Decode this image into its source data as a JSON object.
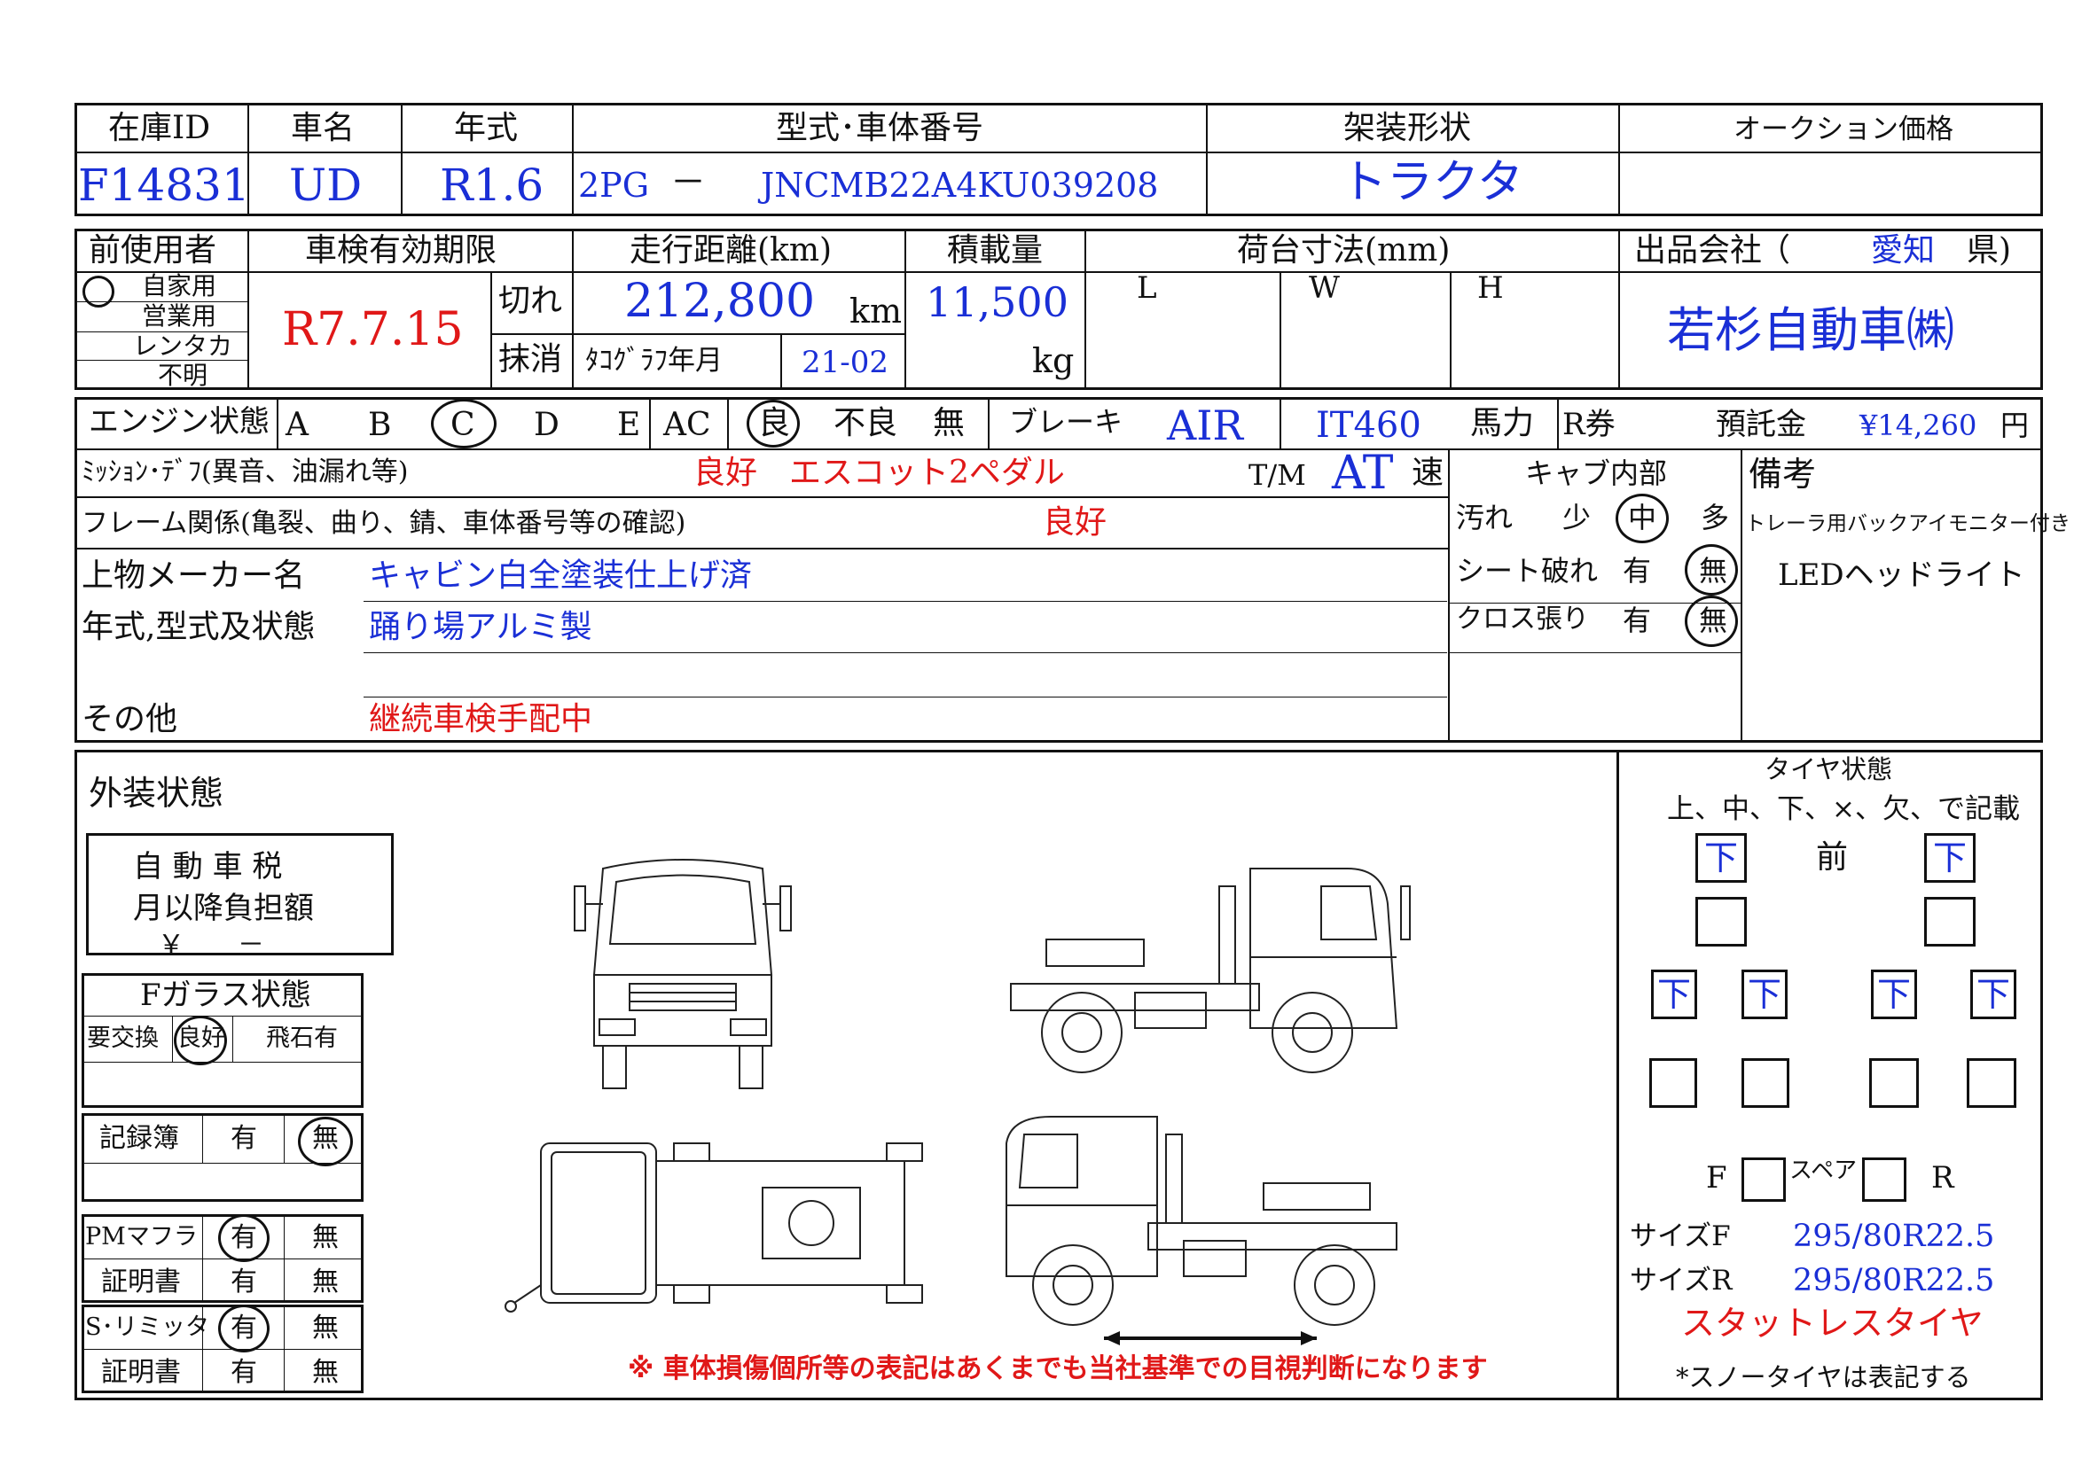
{
  "header": {
    "labels": {
      "stock_id": "在庫ID",
      "maker": "車名",
      "year": "年式",
      "model_chassis": "型式･車体番号",
      "body_type": "架装形状",
      "auction_price": "オークション価格"
    },
    "values": {
      "stock_id": "F14831",
      "maker": "UD",
      "year": "R1.6",
      "model": "2PG",
      "dash": "－",
      "chassis": "JNCMB22A4KU039208",
      "body_type": "トラクタ",
      "auction_price": ""
    }
  },
  "row2": {
    "labels": {
      "prev_user": "前使用者",
      "inspection": "車検有効期限",
      "mileage": "走行距離(km)",
      "load": "積載量",
      "bed_dims": "荷台寸法(mm)",
      "seller": "出品会社"
    },
    "user_options": [
      "自家用",
      "営業用",
      "レンタカ",
      "不明"
    ],
    "inspection_date": "R7.7.15",
    "expired_label": "切れ",
    "canceled_label": "抹消",
    "mileage": "212,800",
    "km_unit": "km",
    "tacho_label": "ﾀｺｸﾞﾗﾌ年月",
    "tacho_value": "21-02",
    "load": "11,500",
    "kg_unit": "kg",
    "dim_L": "L",
    "dim_W": "W",
    "dim_H": "H",
    "seller_paren_open": "（",
    "seller_pref": "愛知",
    "seller_pref_suffix": "県)",
    "seller_name": "若杉自動車㈱"
  },
  "engine": {
    "label": "エンジン状態",
    "grades": [
      "A",
      "B",
      "C",
      "D",
      "E"
    ],
    "ac_label": "AC",
    "ac_options": [
      "良",
      "不良",
      "無"
    ],
    "brake_label": "ブレーキ",
    "brake_value": "AIR",
    "engine_model": "IT460",
    "hp_label": "馬力",
    "r_ticket_label": "R券",
    "deposit_label": "預託金",
    "deposit_value": "¥14,260",
    "yen_label": "円"
  },
  "mission": {
    "label": "ﾐｯｼｮﾝ･ﾃﾞﾌ(異音、油漏れ等)",
    "value": "良好　エスコット2ペダル",
    "tm_label": "T/M",
    "tm_value": "AT",
    "speed_label": "速"
  },
  "frame": {
    "label": "フレーム関係(亀裂、曲り、錆、車体番号等の確認)",
    "value": "良好"
  },
  "body_info": {
    "maker_label": "上物メーカー名",
    "maker_value": "キャビン白全塗装仕上げ済",
    "year_label": "年式,型式及状態",
    "year_value": "踊り場アルミ製",
    "other_label": "その他",
    "other_value": "継続車検手配中"
  },
  "cab_interior": {
    "title": "キャブ内部",
    "dirt_label": "汚れ",
    "dirt_options": [
      "少",
      "中",
      "多"
    ],
    "seat_label": "シート破れ",
    "seat_options": [
      "有",
      "無"
    ],
    "cloth_label": "クロス張り",
    "cloth_options": [
      "有",
      "無"
    ]
  },
  "remarks": {
    "title": "備考",
    "line1": "トレーラ用バックアイモニター付き",
    "line2": "LEDヘッドライト"
  },
  "exterior": {
    "title": "外装状態",
    "tax_line1": "自 動 車 税",
    "tax_line2": "月以降負担額",
    "tax_line3": "￥　　－",
    "glass_title": "Fガラス状態",
    "glass_options": [
      "要交換",
      "良好",
      "飛石有"
    ],
    "record_label": "記録簿",
    "record_options": [
      "有",
      "無"
    ],
    "pm_label": "PMマフラ",
    "pm_options": [
      "有",
      "無"
    ],
    "cert_label": "証明書",
    "cert_options": [
      "有",
      "無"
    ],
    "limiter_label": "S･リミッタ",
    "limiter_options": [
      "有",
      "無"
    ],
    "cert2_label": "証明書",
    "cert2_options": [
      "有",
      "無"
    ],
    "notice": "※ 車体損傷個所等の表記はあくまでも当社基準での目視判断になります"
  },
  "tires": {
    "title": "タイヤ状態",
    "instruction": "上、中、下、×、欠、で記載",
    "front_label": "前",
    "front_values": [
      "下",
      "下"
    ],
    "rear_values": [
      "下",
      "下",
      "下",
      "下"
    ],
    "f_label": "F",
    "spare_label": "スペア",
    "r_label": "R",
    "size_f_label": "サイズF",
    "size_f_value": "295/80R22.5",
    "size_r_label": "サイズR",
    "size_r_value": "295/80R22.5",
    "studless": "スタットレスタイヤ",
    "snow_note": "*スノータイヤは表記する"
  }
}
